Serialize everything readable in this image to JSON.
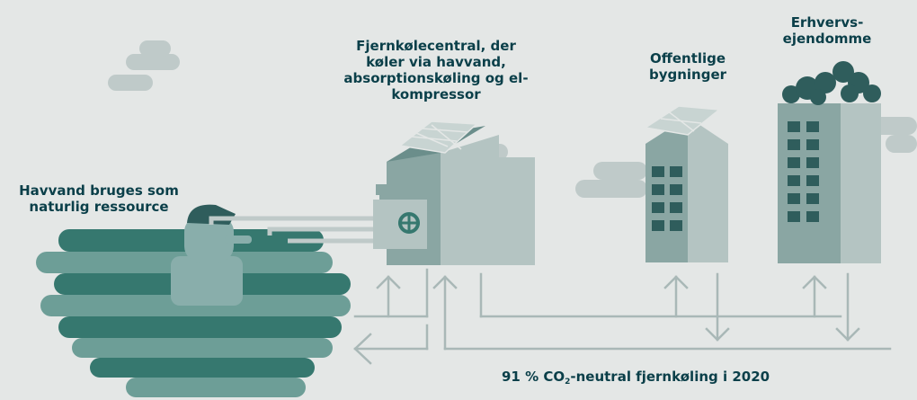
{
  "labels": {
    "sea": [
      "Havvand bruges som",
      "naturlig ressource"
    ],
    "plant": [
      "Fjernkølecentral, der",
      "køler via havvand,",
      "absorptionskøling og el-",
      "kompressor"
    ],
    "public": [
      "Offentlige",
      "bygninger"
    ],
    "commercial": [
      "Erhvervs-",
      "ejendomme"
    ],
    "caption": {
      "prefix": "91 % CO",
      "subscript": "2",
      "suffix": "-neutral fjernkøling i 2020"
    }
  },
  "colors": {
    "background": "#e4e7e6",
    "text": "#0a3f49",
    "arrow": "#a9b8b7",
    "cloud": "#bfcac9",
    "wave_dark": "#36786f",
    "wave_light": "#6d9e97",
    "building_light": "#b4c4c2",
    "building_dark": "#2f5d5c"
  },
  "icons": {
    "waves": "wave-icon",
    "swimmer": "swimmer-icon",
    "plant": "cooling-plant-icon",
    "solar": "solar-panel-icon",
    "tree": "tree-icon",
    "arrows": "flow-arrow-icon"
  }
}
